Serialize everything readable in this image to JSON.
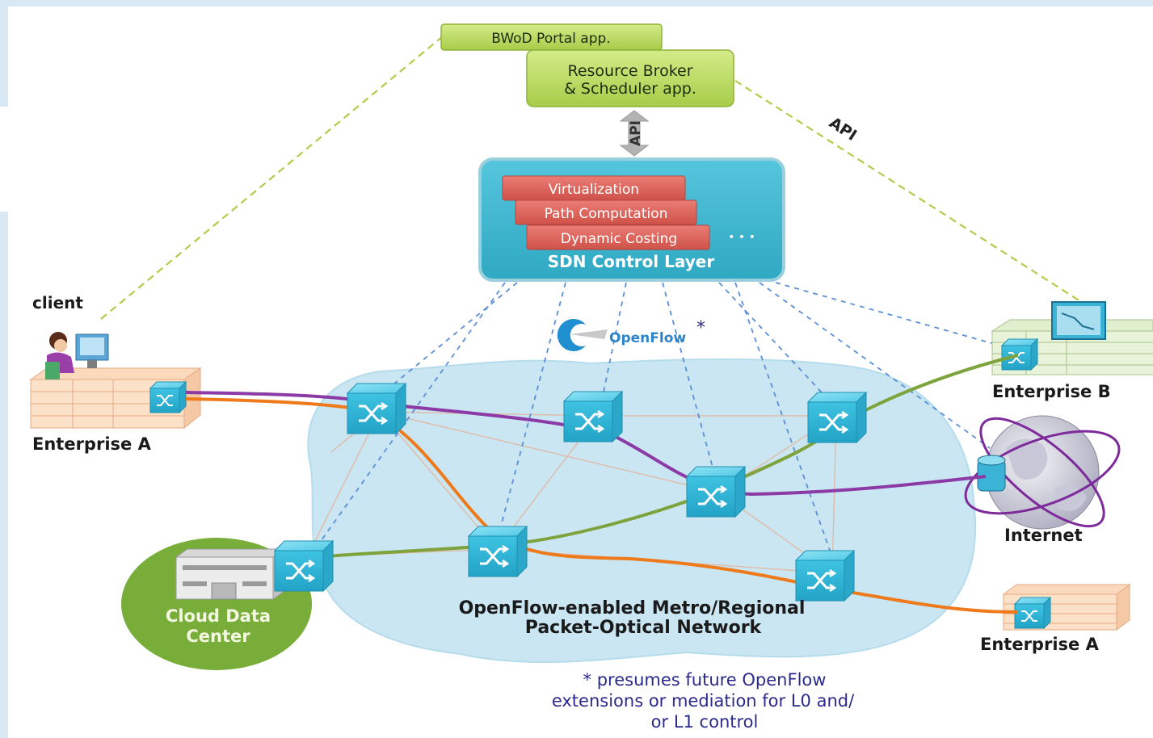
{
  "apps": {
    "portal": "BWoD Portal app.",
    "broker_line1": "Resource Broker",
    "broker_line2": "& Scheduler app."
  },
  "api": {
    "vertical": "API",
    "diagonal": "API"
  },
  "sdn": {
    "modules": [
      "Virtualization",
      "Path Computation",
      "Dynamic Costing"
    ],
    "ellipsis": "• • •",
    "title": "SDN Control Layer"
  },
  "openflow": {
    "logo_text": "OpenFlow",
    "asterisk": "*"
  },
  "nodes": {
    "client": "client",
    "enterprise_a_left": "Enterprise A",
    "enterprise_b": "Enterprise B",
    "internet": "Internet",
    "enterprise_a_right": "Enterprise A",
    "cloud_line1": "Cloud Data",
    "cloud_line2": "Center"
  },
  "network": {
    "line1": "OpenFlow-enabled Metro/Regional",
    "line2": "Packet-Optical Network"
  },
  "footnote": {
    "line1": "* presumes future OpenFlow",
    "line2": "extensions or mediation for L0 and/",
    "line3": "or L1 control"
  },
  "colors": {
    "app_green": "#b5d657",
    "sdn_blue": "#3cb6cf",
    "module_red": "#dd6660",
    "switch_blue": "#3fc3e2",
    "purple_path": "#8b3aa6",
    "orange_path": "#ee7a1c",
    "green_path": "#7ea33d",
    "cloud_blue": "#c9e6f2",
    "datacenter_green": "#78ad3a",
    "footnote_blue": "#2a2a8c"
  }
}
